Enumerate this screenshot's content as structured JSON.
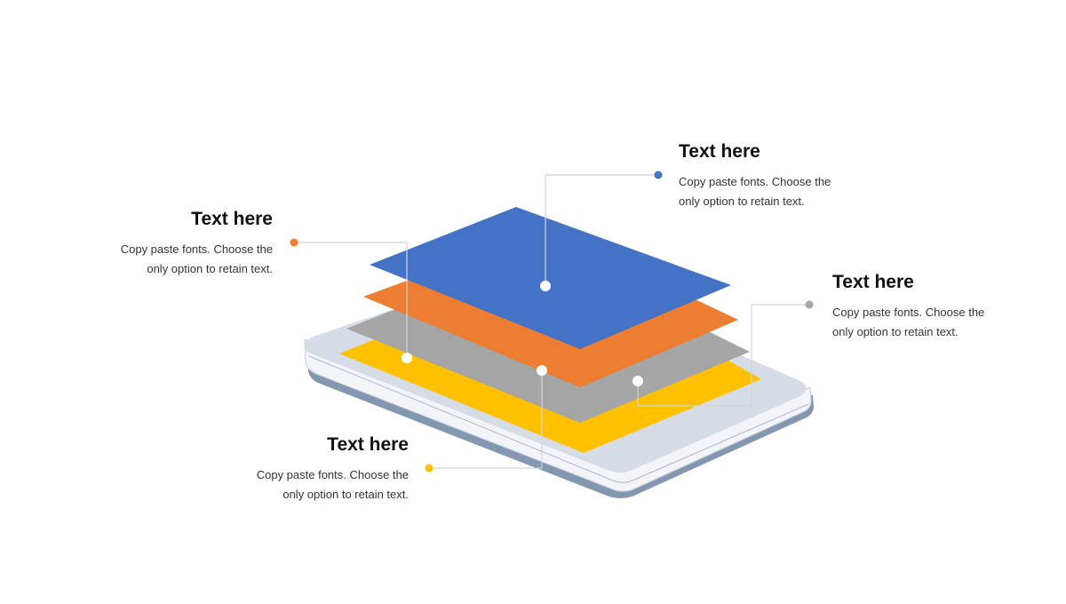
{
  "colors": {
    "blue": "#4472C4",
    "orange": "#ED7D31",
    "gray": "#A5A5A5",
    "yellow": "#FFC000",
    "device_face": "#D6DCE5",
    "device_edge": "#8497B0",
    "connector": "#D0D4DA"
  },
  "callouts": {
    "blue": {
      "title": "Text here",
      "body_line1": "Copy paste fonts. Choose the",
      "body_line2": "only option to retain text.",
      "dot_color": "#4472C4"
    },
    "orange": {
      "title": "Text here",
      "body_line1": "Copy paste fonts. Choose the",
      "body_line2": "only option to retain text.",
      "dot_color": "#ED7D31"
    },
    "gray": {
      "title": "Text here",
      "body_line1": "Copy paste fonts. Choose the",
      "body_line2": "only option to retain text.",
      "dot_color": "#A5A5A5"
    },
    "yellow": {
      "title": "Text here",
      "body_line1": "Copy paste fonts. Choose the",
      "body_line2": "only option to retain text.",
      "dot_color": "#FFC000"
    }
  }
}
